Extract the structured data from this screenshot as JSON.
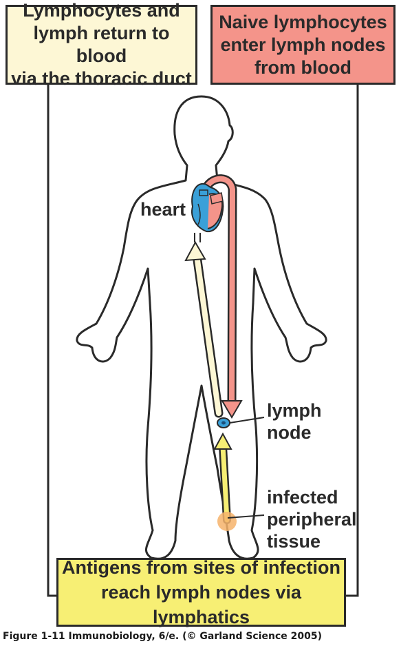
{
  "boxes": {
    "top_left": "Lymphocytes and\nlymph return to blood\nvia the thoracic duct",
    "top_right": "Naive lymphocytes\nenter lymph nodes\nfrom blood",
    "bottom": "Antigens from sites of infection\nreach lymph nodes via lymphatics"
  },
  "labels": {
    "heart": "heart",
    "lymph_node": "lymph\nnode",
    "infected_tissue": "infected\nperipheral\ntissue"
  },
  "caption": "Figure 1-11  Immunobiology, 6/e. (© Garland Science 2005)",
  "colors": {
    "lymph_yellow": "#f7ef74",
    "pale_yellow": "#fdf7d5",
    "blood_red": "#f4948a",
    "node_blue": "#3aa0d8",
    "infection_orange": "#f6b36b"
  }
}
